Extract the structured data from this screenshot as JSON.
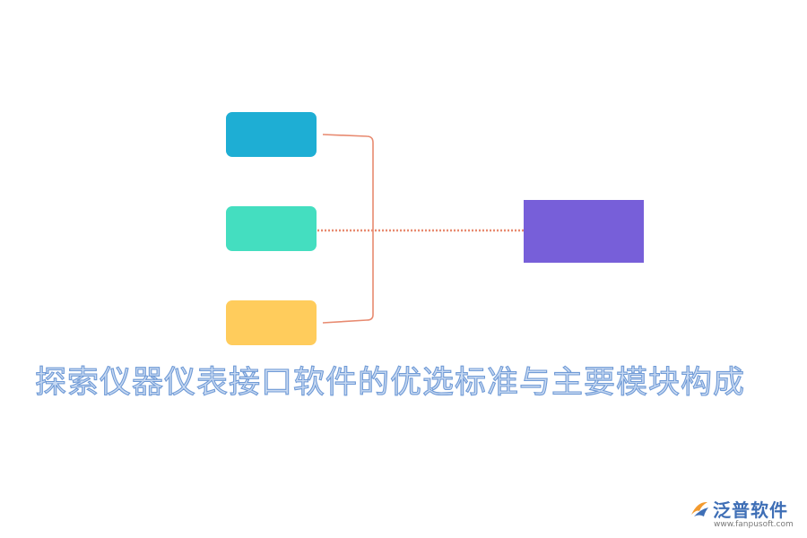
{
  "diagram": {
    "title": "探索仪器仪表接口软件的优选标准与主要模块构成",
    "nodes": [
      {
        "id": "top",
        "color": "#1eaed4"
      },
      {
        "id": "middle",
        "color": "#44dec0"
      },
      {
        "id": "bottom",
        "color": "#ffcc5c"
      },
      {
        "id": "target",
        "color": "#775fd9"
      }
    ],
    "connector_color": "#e88a70"
  },
  "watermark": {
    "brand_name": "泛普软件",
    "url": "www.fanpusoft.com"
  }
}
